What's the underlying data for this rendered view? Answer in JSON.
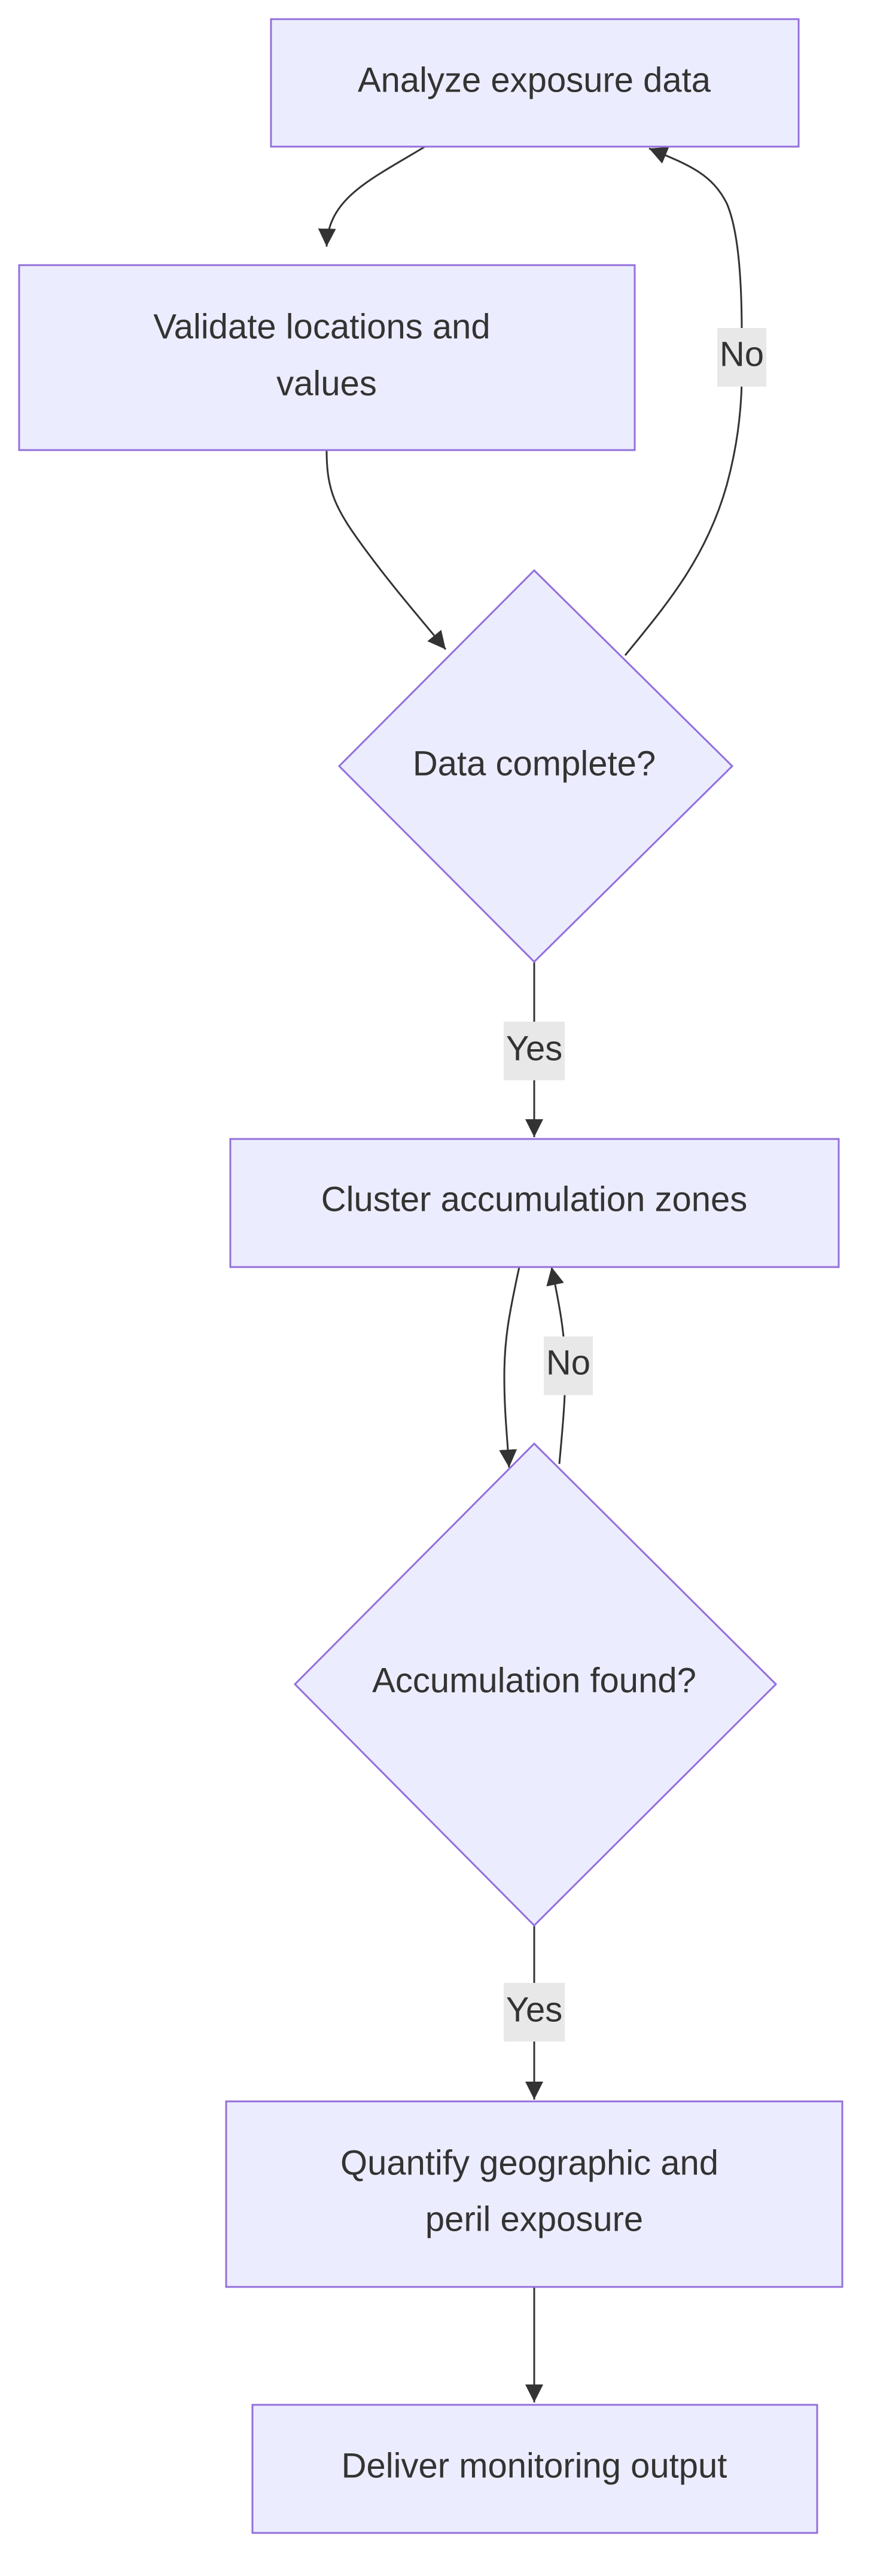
{
  "diagram": {
    "nodes": {
      "analyze": {
        "label": "Analyze exposure data"
      },
      "validate": {
        "label_lines": [
          "Validate locations and",
          "values"
        ]
      },
      "data_complete": {
        "label": "Data complete?"
      },
      "cluster": {
        "label": "Cluster accumulation zones"
      },
      "accumulation_found": {
        "label": "Accumulation found?"
      },
      "quantify": {
        "label_lines": [
          "Quantify geographic and",
          "peril exposure"
        ]
      },
      "deliver": {
        "label": "Deliver monitoring output"
      }
    },
    "edges": {
      "data_complete_no": {
        "label": "No"
      },
      "data_complete_yes": {
        "label": "Yes"
      },
      "accumulation_found_no": {
        "label": "No"
      },
      "accumulation_found_yes": {
        "label": "Yes"
      }
    },
    "colors": {
      "node_fill": "#ECECFF",
      "node_stroke": "#9370DB",
      "edge": "#333333",
      "edge_label_bg": "#E8E8E8",
      "text": "#333333"
    }
  }
}
